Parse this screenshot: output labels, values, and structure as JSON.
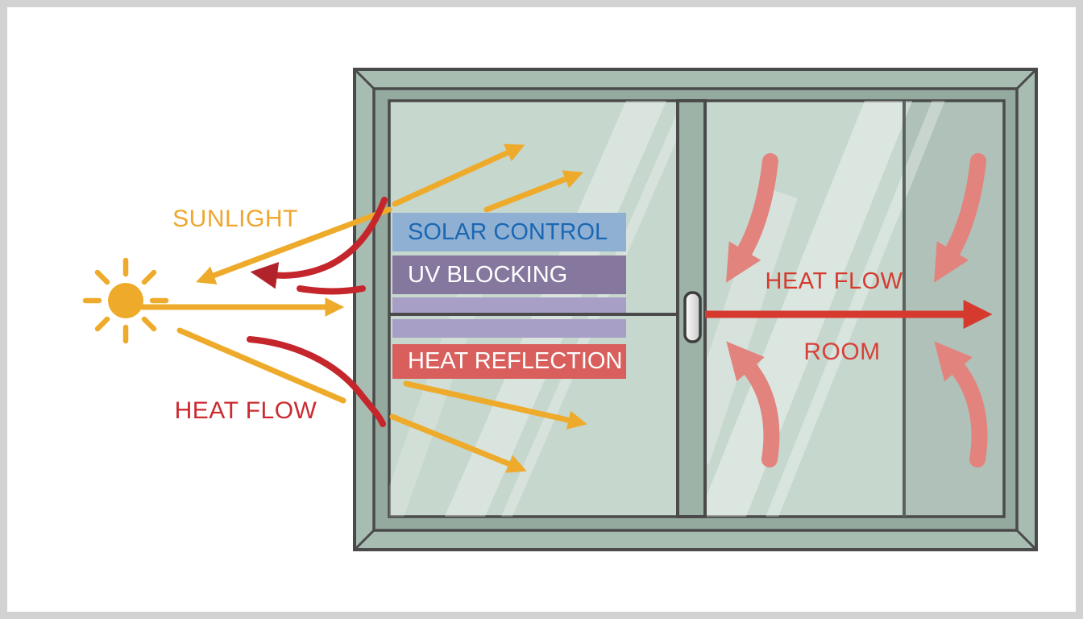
{
  "colors": {
    "page-border": "#d2d2d2",
    "frame-line": "#4a4a4a",
    "frame-outer": "#a7bdb1",
    "frame-inner": "#94aa9e",
    "glass": "#c6d7ce",
    "mullion": "#9db3a7",
    "sun-yellow": "#eeab2b",
    "sunlight-text": "#efa62f",
    "heat-red-text": "#cb2a30",
    "dark-red-arrow": "#c5262c",
    "dark-red-head": "#b1222a",
    "heat-flow-arrow": "#d63a2f",
    "room-text": "#d8403a",
    "pink-arrow": "#e2837e",
    "solar-band-bg": "#8fb0d2",
    "solar-band-text": "#1a67b3",
    "uv-band-bg": "#86779f",
    "light-band-bg": "#a89fc6",
    "heat-band-bg": "#d95f5c",
    "band-light-text": "#ffffff"
  },
  "labels": {
    "sunlight": "SUNLIGHT",
    "heat_flow_outside": "HEAT FLOW",
    "heat_flow_inside": "HEAT FLOW",
    "room": "ROOM",
    "solar_control": "SOLAR CONTROL",
    "uv_blocking": "UV BLOCKING",
    "heat_reflection": "HEAT REFLECTION"
  }
}
